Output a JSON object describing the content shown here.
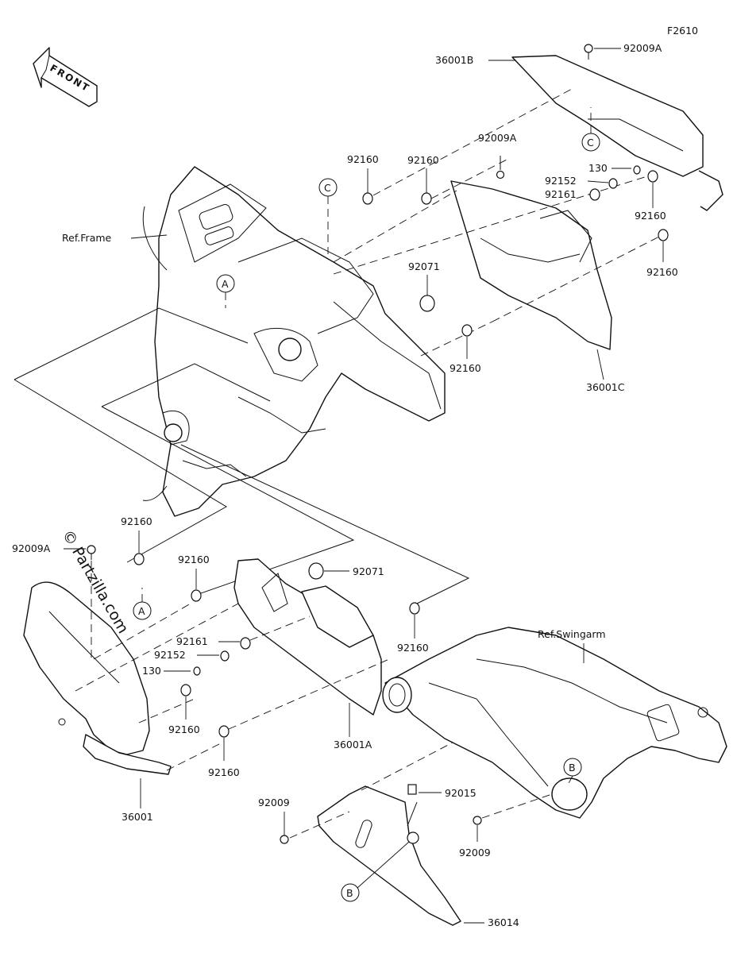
{
  "figure_code": "F2610",
  "front_label": "FRONT",
  "watermark": "© Partzilla.com",
  "ref_labels": {
    "frame": "Ref.Frame",
    "swingarm": "Ref.Swingarm"
  },
  "callouts": {
    "A": "A",
    "B": "B",
    "C": "C"
  },
  "part_labels": {
    "p36001B": "36001B",
    "p92009A_top": "92009A",
    "p92009A_mid": "92009A",
    "p92160_1": "92160",
    "p92160_2": "92160",
    "p130_right": "130",
    "p92152_right": "92152",
    "p92161_right": "92161",
    "p92160_r1": "92160",
    "p92160_r2": "92160",
    "p92071_right": "92071",
    "p92160_r3": "92160",
    "p36001C": "36001C",
    "p92160_left": "92160",
    "p92009A_left": "92009A",
    "p92160_mid": "92160",
    "p92071_left": "92071",
    "p92160_center": "92160",
    "p92161_left": "92161",
    "p92152_left": "92152",
    "p130_left": "130",
    "p92160_low1": "92160",
    "p92160_low2": "92160",
    "p36001A": "36001A",
    "p36001": "36001",
    "p92009_left": "92009",
    "p92015": "92015",
    "p92009_right": "92009",
    "p36014": "36014"
  }
}
